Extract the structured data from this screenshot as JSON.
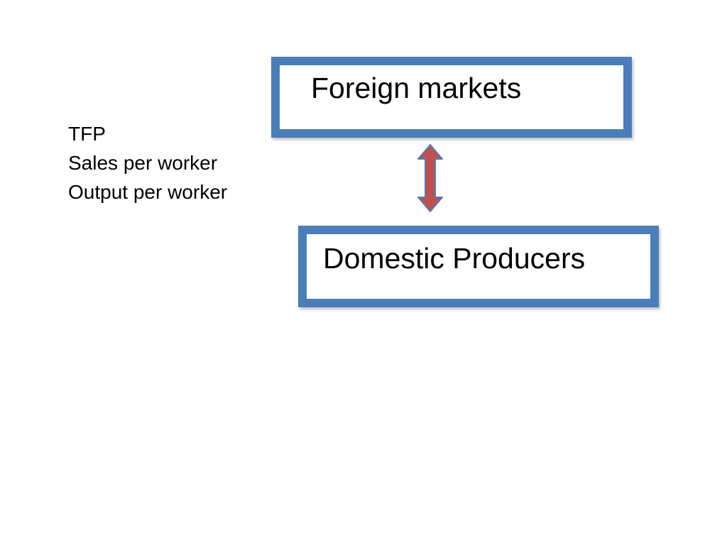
{
  "diagram": {
    "nodes": [
      {
        "id": "foreign",
        "label": "Foreign markets"
      },
      {
        "id": "domestic",
        "label": "Domestic Producers"
      }
    ],
    "edges": [
      {
        "from": "foreign",
        "to": "domestic",
        "direction": "both"
      }
    ],
    "metrics": [
      "TFP",
      "Sales per worker",
      "Output per worker"
    ]
  },
  "colors": {
    "box_border": "#4a7ebb",
    "arrow_fill": "#c0504d",
    "arrow_stroke": "#4a7ebb"
  }
}
